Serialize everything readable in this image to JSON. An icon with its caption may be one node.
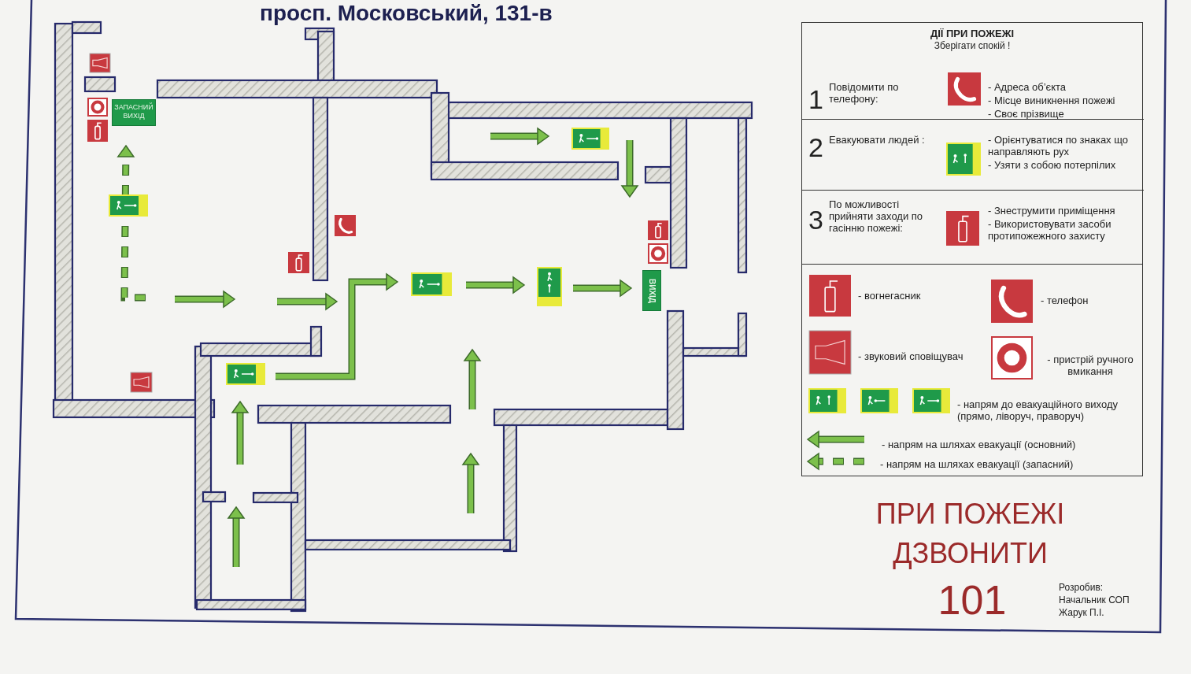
{
  "diagram": {
    "title": "просп. Московський, 131-в",
    "nodes": [
      {
        "text": [
          "ДІЇ ПРИ ПОЖЕЖІ",
          "Зберігати спокій !"
        ]
      },
      {
        "text": [
          "1",
          "Повідомити по телефону:",
          "- Адреса об’єкта",
          "- Місце виникнення пожежі",
          "- Своє прізвище"
        ],
        "in": 0
      },
      {
        "text": [
          "2",
          "Евакуювати людей :",
          "- Орієнтуватися по знаках що направляють рух",
          "- Узяти з собою потерпілих"
        ],
        "in": 0
      },
      {
        "text": [
          "3",
          "По можливості прийняти заходи по гасінню пожежі:",
          "- Знеструмити приміщення",
          "- Використовувати засоби протипожежного захисту"
        ],
        "in": 0
      },
      {
        "text": [
          "ЗАПАСНИЙ ВИХІД"
        ]
      },
      {
        "text": [
          "ВИХІД"
        ]
      }
    ],
    "labels": [
      "ПРИ ПОЖЕЖІ ДЗВОНИТИ",
      "101",
      "Розробив: Начальник СОП Жарук П.І."
    ],
    "legend": [
      {
        "text": "- вогнегасник"
      },
      {
        "text": "- телефон"
      },
      {
        "text": "- звуковий сповіщувач"
      },
      {
        "text": "- пристрій ручного вмикання"
      },
      {
        "text": "- напрям до евакуаційного виходу (прямо, ліворуч, праворуч)"
      },
      {
        "text": "- напрям на шляхах евакуації (основний)"
      },
      {
        "text": "- напрям на шляхах евакуації (запасний)"
      }
    ]
  }
}
